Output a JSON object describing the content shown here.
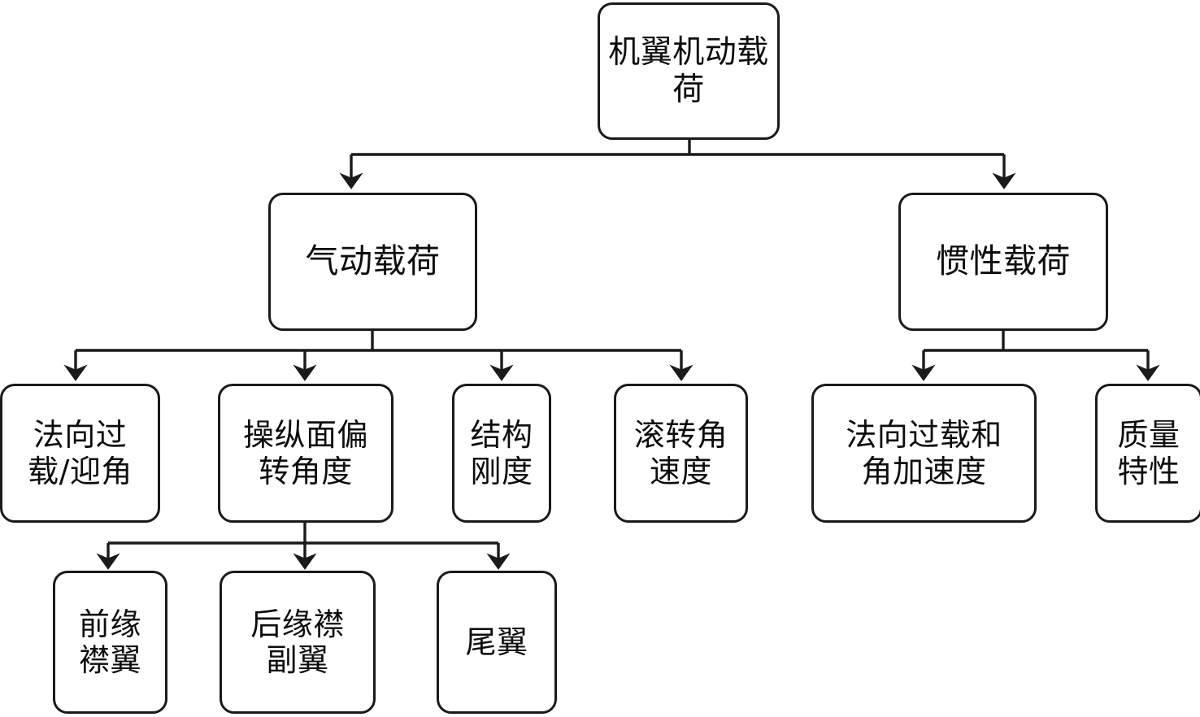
{
  "diagram": {
    "title": "机翼机动载荷",
    "type": "tree-flowchart",
    "orientation": "top-down",
    "style": {
      "node_border_color": "#1a1a1a",
      "node_fill_color": "#ffffff",
      "edge_color": "#1a1a1a",
      "background_color": "#ffffff"
    },
    "nodes": {
      "root": {
        "label": "机翼机动载荷"
      },
      "aero": {
        "label": "气动载荷"
      },
      "inertial": {
        "label": "惯性载荷"
      },
      "normal_overload_aoa": {
        "label": "法向过\n载/迎角"
      },
      "control_surface": {
        "label": "操纵面偏\n转角度"
      },
      "structural_stiffness": {
        "label": "结构\n刚度"
      },
      "roll_rate": {
        "label": "滚转角\n速度"
      },
      "overload_ang_acc": {
        "label": "法向过载和\n角加速度"
      },
      "mass_properties": {
        "label": "质量\n特性"
      },
      "leading_edge_flap": {
        "label": "前缘\n襟翼"
      },
      "trailing_edge_flap_aileron": {
        "label": "后缘襟\n副翼"
      },
      "tail": {
        "label": "尾翼"
      }
    },
    "edges": [
      {
        "from": "root",
        "to": "aero"
      },
      {
        "from": "root",
        "to": "inertial"
      },
      {
        "from": "aero",
        "to": "normal_overload_aoa"
      },
      {
        "from": "aero",
        "to": "control_surface"
      },
      {
        "from": "aero",
        "to": "structural_stiffness"
      },
      {
        "from": "aero",
        "to": "roll_rate"
      },
      {
        "from": "inertial",
        "to": "overload_ang_acc"
      },
      {
        "from": "inertial",
        "to": "mass_properties"
      },
      {
        "from": "control_surface",
        "to": "leading_edge_flap"
      },
      {
        "from": "control_surface",
        "to": "trailing_edge_flap_aileron"
      },
      {
        "from": "control_surface",
        "to": "tail"
      }
    ]
  }
}
